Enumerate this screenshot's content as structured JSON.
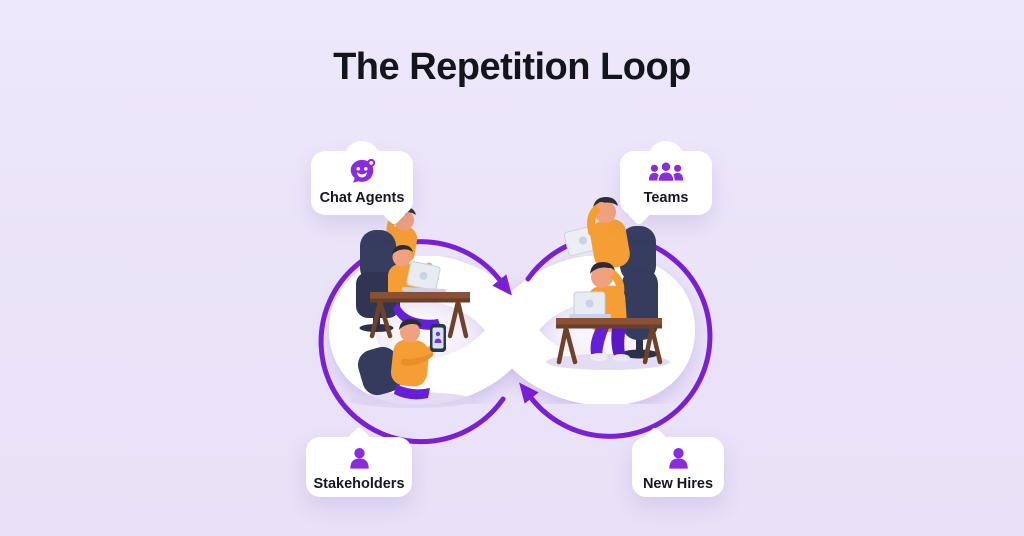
{
  "title": "The Repetition Loop",
  "diagram": {
    "type": "infinity-loop",
    "flow_direction": "clockwise",
    "nodes": [
      {
        "label": "Chat Agents",
        "icon": "chat-smiley-icon",
        "position": "top-left"
      },
      {
        "label": "Teams",
        "icon": "people-group-icon",
        "position": "top-right"
      },
      {
        "label": "Stakeholders",
        "icon": "person-icon",
        "position": "bottom-left"
      },
      {
        "label": "New Hires",
        "icon": "person-icon",
        "position": "bottom-right"
      }
    ],
    "illustrations": [
      "worker-leaning-on-chair-top-left",
      "worker-at-desk-with-laptop-left",
      "worker-holding-phone-bottom-left",
      "worker-leaning-with-laptop-top-right",
      "worker-at-desk-with-laptop-right"
    ]
  },
  "colors": {
    "background": "#ebe4f9",
    "loop_ribbon": "#ffffff",
    "arrow_purple": "#7b1fd6",
    "icon_purple": "#8a2be2",
    "card_background": "#ffffff",
    "label_text": "#17171f",
    "title_text": "#14141c",
    "shirt_orange": "#f59e33",
    "pants_purple": "#651fd8",
    "chair_navy": "#353c5e",
    "desk_brown": "#8a5134"
  }
}
